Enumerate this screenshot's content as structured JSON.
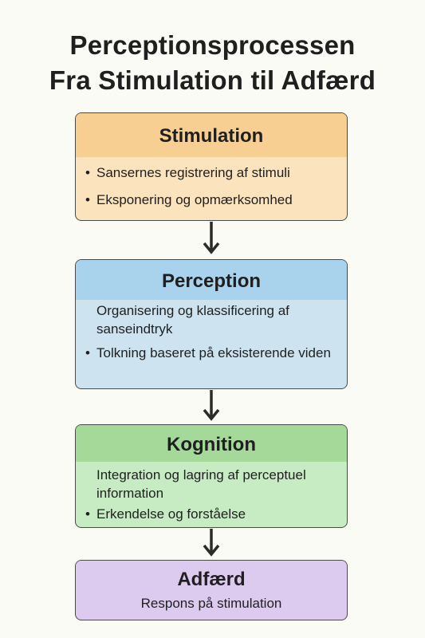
{
  "title": {
    "line1": "Perceptionsprocessen",
    "line2": "Fra Stimulation til Adfærd"
  },
  "stages": {
    "stimulation": {
      "title": "Stimulation",
      "items": [
        "Sansernes registrering af stimuli",
        "Eksponering og opmærksomhed"
      ],
      "header_color": "#f7cf93",
      "body_color": "#fbe3bd"
    },
    "perception": {
      "title": "Perception",
      "items": [
        "Organisering og klassificering af sanseindtryk",
        "Tolkning baseret på eksisterende viden"
      ],
      "header_color": "#a9d2ec",
      "body_color": "#cde3f0"
    },
    "kognition": {
      "title": "Kognition",
      "items": [
        "Integration og lagring af perceptuel information",
        "Erkendelse og forståelse"
      ],
      "header_color": "#a4d999",
      "body_color": "#c7ecc4"
    },
    "adfaerd": {
      "title": "Adfærd",
      "items": [
        "Respons på stimulation"
      ],
      "header_color": "#ddcbef",
      "body_color": "#ddcbef"
    }
  },
  "arrow_icon": "arrow-down-icon"
}
